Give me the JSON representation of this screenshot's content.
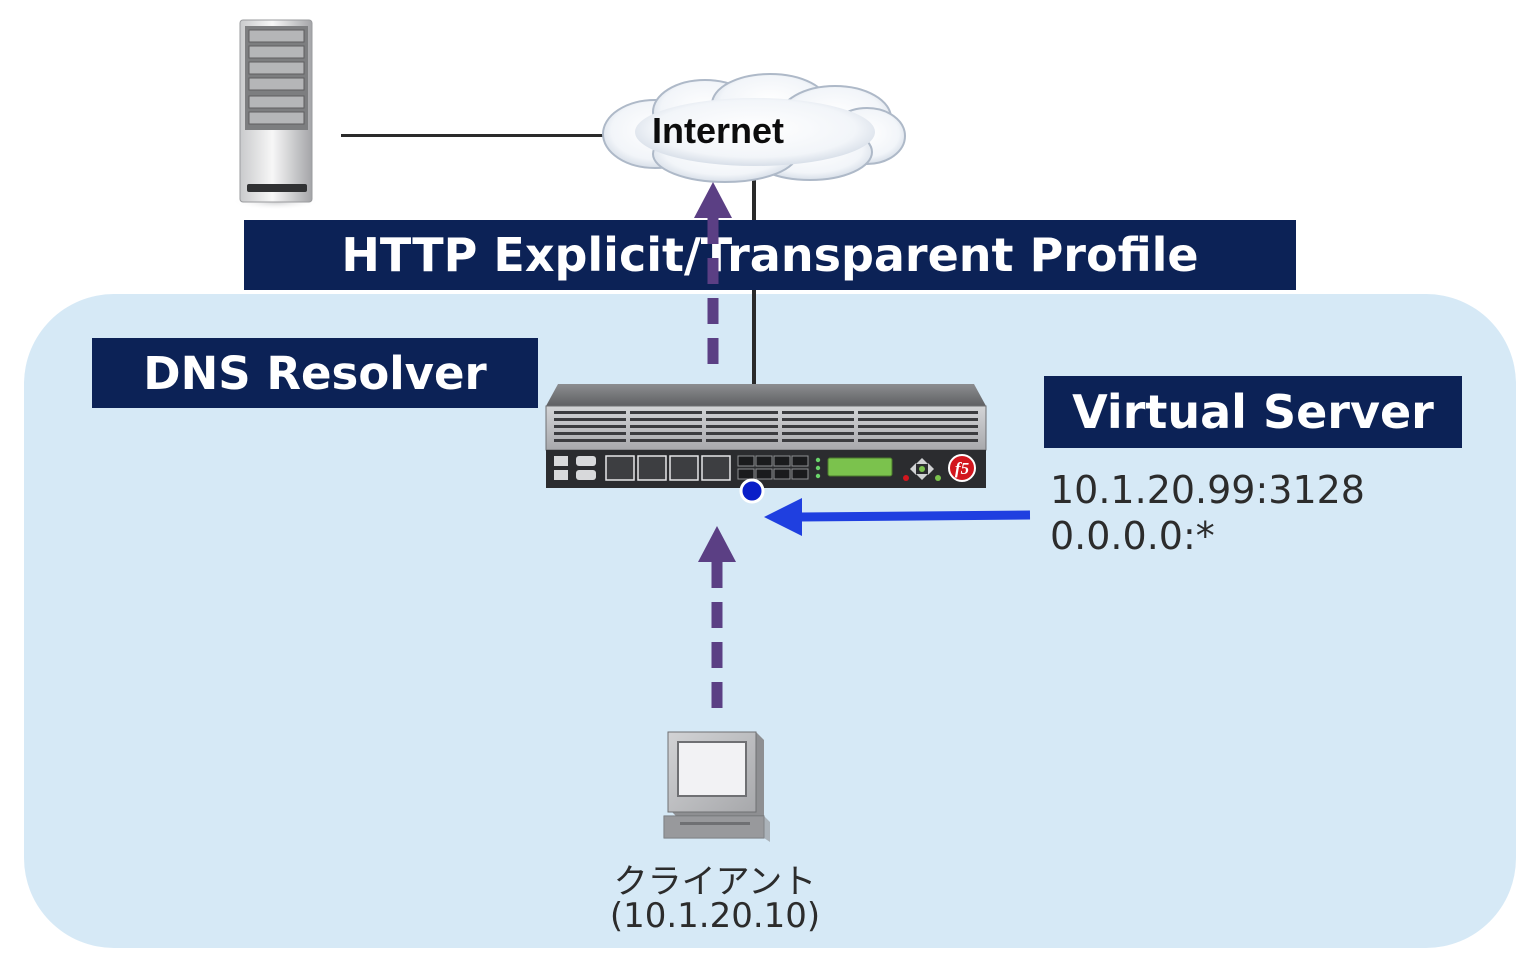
{
  "cloud": {
    "label": "Internet"
  },
  "banners": {
    "profile": "HTTP Explicit/Transparent Profile",
    "dns": "DNS Resolver",
    "virtual_server": "Virtual Server"
  },
  "virtual_server": {
    "addresses": [
      "10.1.20.99:3128",
      "0.0.0.0:*"
    ]
  },
  "client": {
    "name": "クライアント",
    "ip": "(10.1.20.10)"
  },
  "colors": {
    "zone_fill": "#d6e9f6",
    "banner_fill": "#0c2256",
    "flow_arrow": "#5b3f84",
    "vs_arrow": "#1f3fe0",
    "device_logo": "#d2161e"
  },
  "icons": {
    "server": "tower-server-icon",
    "cloud": "cloud-icon",
    "appliance": "f5-big-ip-appliance-icon",
    "client": "desktop-computer-icon"
  }
}
